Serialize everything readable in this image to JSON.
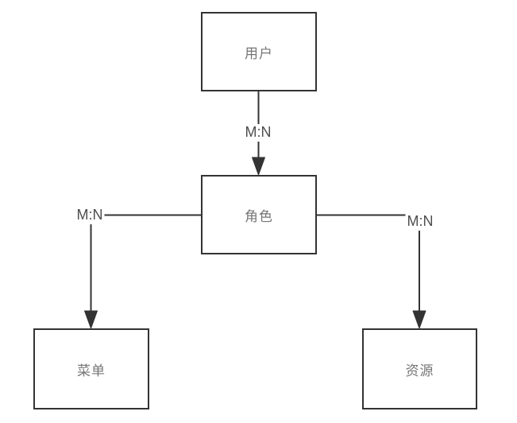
{
  "diagram": {
    "nodes": [
      {
        "id": "user",
        "label": "用户"
      },
      {
        "id": "role",
        "label": "角色"
      },
      {
        "id": "menu",
        "label": "菜单"
      },
      {
        "id": "resource",
        "label": "资源"
      }
    ],
    "edges": [
      {
        "from": "user",
        "to": "role",
        "label": "M:N"
      },
      {
        "from": "role",
        "to": "menu",
        "label": "M:N"
      },
      {
        "from": "role",
        "to": "resource",
        "label": "M:N"
      }
    ],
    "colors": {
      "background": "#ffffff",
      "stroke": "#333333",
      "node_fill": "#ffffff",
      "node_text": "#757575",
      "edge_text": "#4d4d4d"
    }
  }
}
